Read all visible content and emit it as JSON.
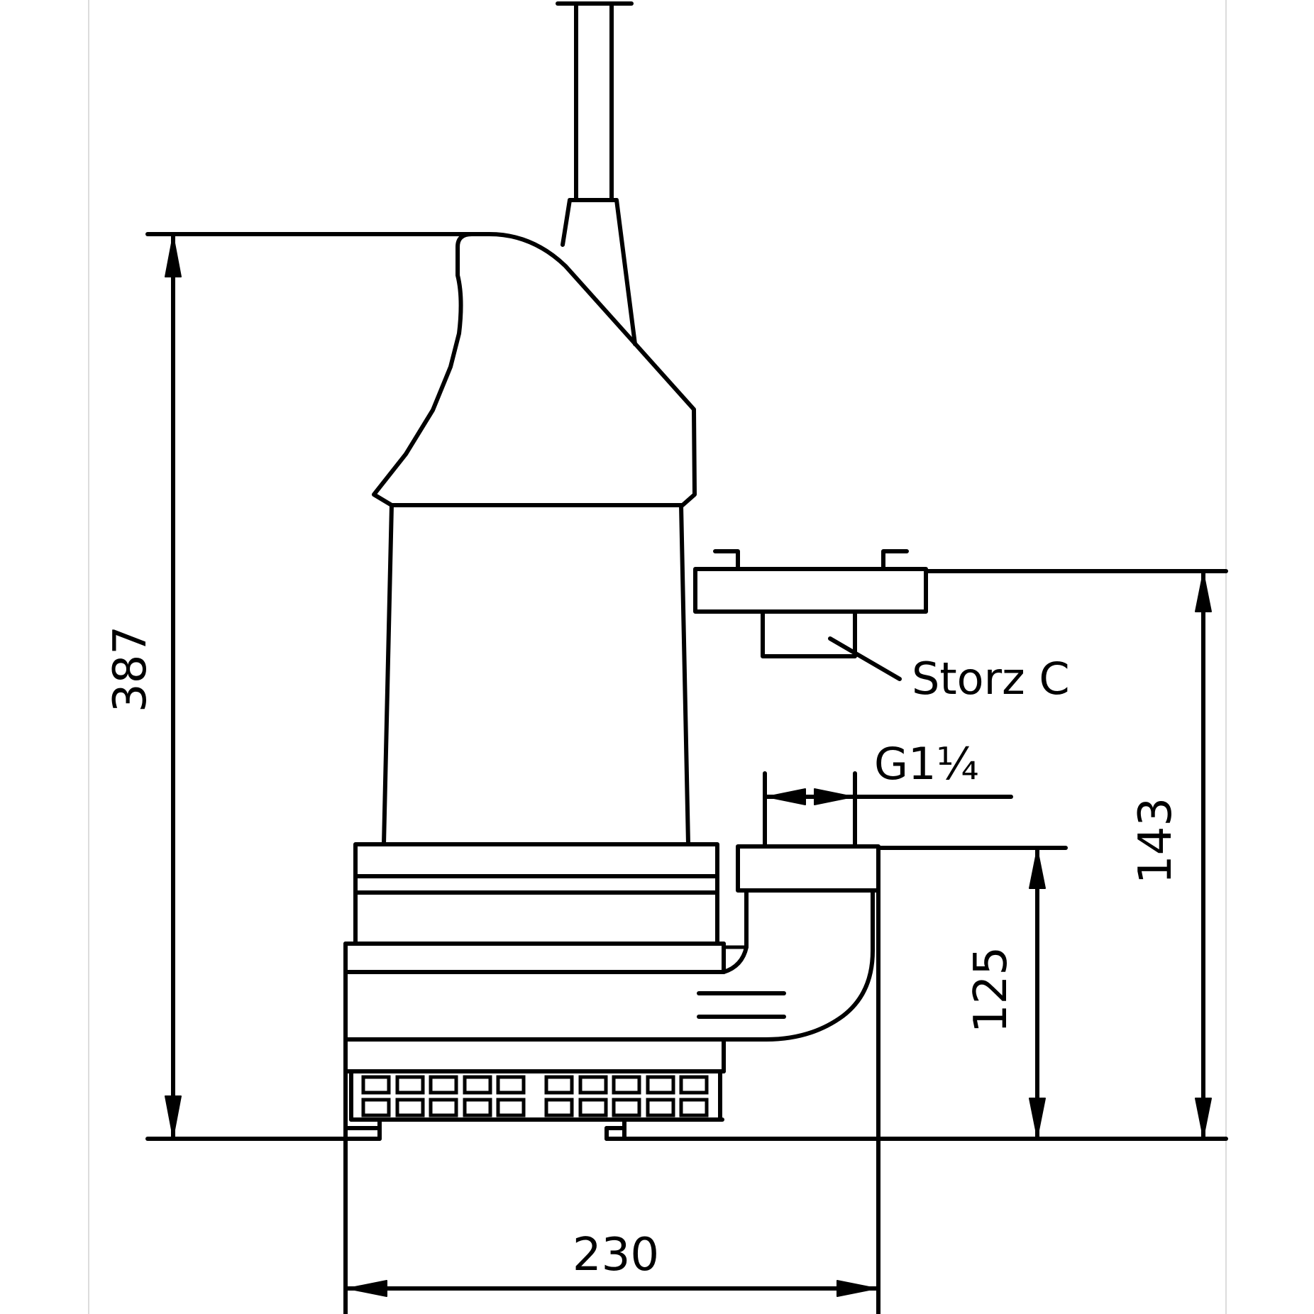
{
  "dimensions": {
    "overall_height": "387",
    "outlet_height_storz": "143",
    "outlet_height_thread": "125",
    "base_width": "230"
  },
  "callouts": {
    "storz_coupling": "Storz C",
    "thread_outlet": "G1¼"
  }
}
